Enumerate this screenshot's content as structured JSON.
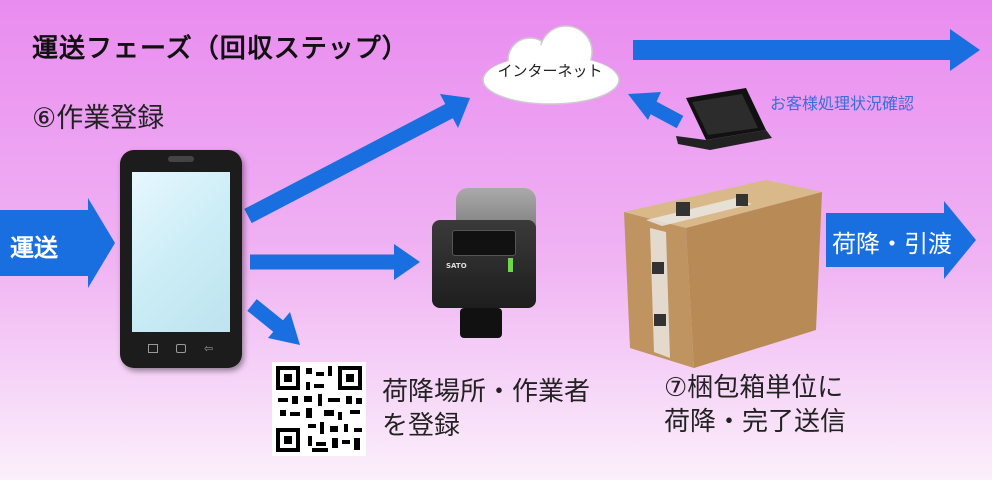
{
  "title": "運送フェーズ（回収ステップ）",
  "step6": "⑥作業登録",
  "cloud": {
    "label": "インターネット"
  },
  "confirm_text": "お客様処理状況確認",
  "left_arrow": {
    "label": "運送"
  },
  "right_arrow": {
    "label": "荷降・引渡"
  },
  "qr_caption": {
    "line1": "荷降場所・作業者",
    "line2": "を登録"
  },
  "step7": {
    "line1": "⑦梱包箱単位に",
    "line2": "荷降・完了送信"
  },
  "printer": {
    "brand": "SATO"
  },
  "colors": {
    "arrow": "#1a6fe0",
    "accent_text": "#3a6fd8"
  }
}
